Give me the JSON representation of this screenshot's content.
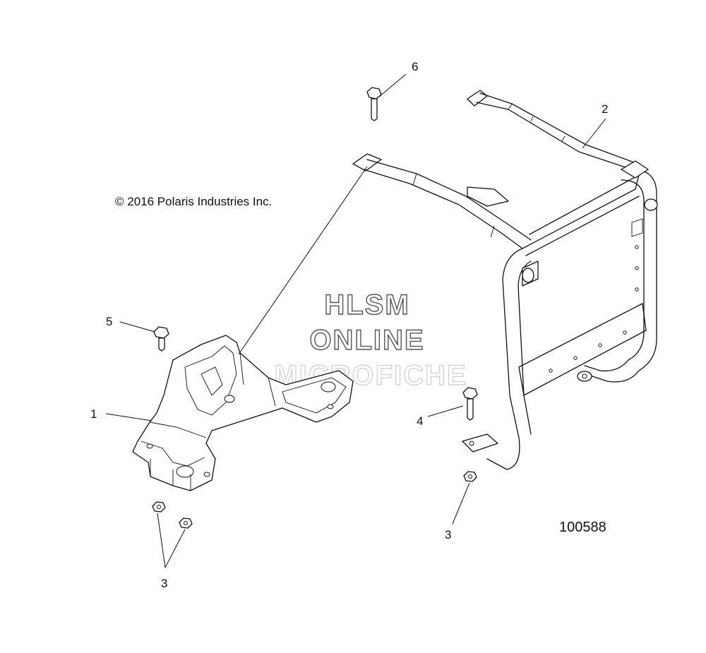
{
  "copyright": "© 2016 Polaris Industries Inc.",
  "document_number": "100588",
  "watermark": {
    "line1": "HLSM",
    "line2": "ONLINE",
    "line3": "MICROFICHE"
  },
  "callouts": {
    "bracket": "1",
    "frame": "2",
    "nuts_left": "3",
    "nut_right": "3",
    "bolt_right": "4",
    "bolt_left": "5",
    "bolt_top": "6"
  }
}
